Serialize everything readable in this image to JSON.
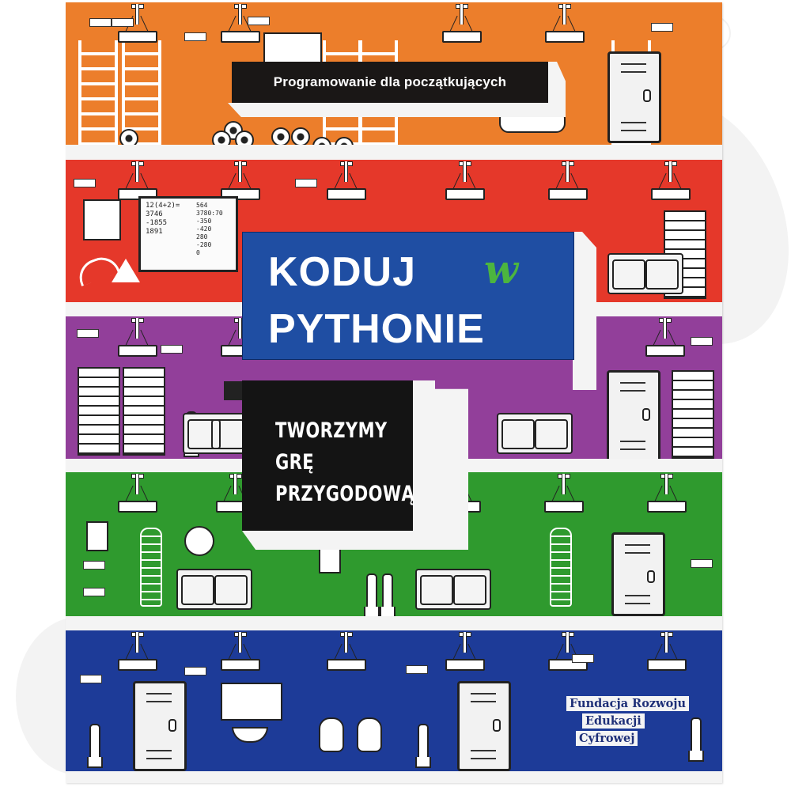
{
  "cover": {
    "subtitle": "Programowanie dla początkujących",
    "title_line1": "KODUJ",
    "title_connector": "w",
    "title_line2": "PYTHONIE",
    "tagline_lines": [
      "TWORZYMY",
      "GRĘ",
      "PRZYGODOWĄ"
    ],
    "publisher_lines": [
      "Fundacja Rozwoju",
      "Edukacji",
      "Cyfrowej"
    ],
    "board_math": {
      "left": [
        "12(4+2)=",
        "3746",
        "-1855",
        "1891"
      ],
      "right": [
        "564",
        "3780:70",
        "-350",
        "-420",
        "280",
        "-280",
        "0"
      ]
    }
  },
  "bands": [
    {
      "name": "gym",
      "color": "#ec7e2b"
    },
    {
      "name": "classroom",
      "color": "#e5382a"
    },
    {
      "name": "office",
      "color": "#923f9a"
    },
    {
      "name": "biology-lab",
      "color": "#2f9a2e"
    },
    {
      "name": "bathroom",
      "color": "#1d3b98"
    }
  ],
  "colors": {
    "title_box": "#1f4ea3",
    "title_accent": "#4cb53f",
    "dark_box": "#141414",
    "publisher_text": "#1e2f78",
    "gap": "#f4f4f4"
  }
}
